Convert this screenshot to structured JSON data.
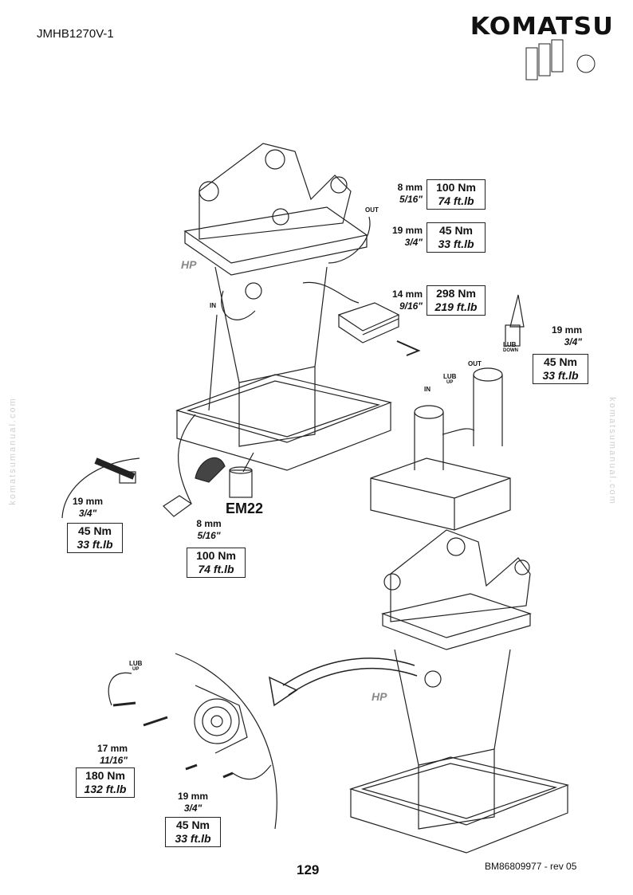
{
  "header": {
    "doc_code": "JMHB1270V-1",
    "brand": "KOMATSU"
  },
  "watermark": "komatsumanual.com",
  "footer": {
    "page_number": "129",
    "reference": "BM86809977 - rev 05"
  },
  "callouts": [
    {
      "mm": "8 mm",
      "inch": "5/16\"",
      "nm": "100 Nm",
      "ftlb": "74 ft.lb"
    },
    {
      "mm": "19 mm",
      "inch": "3/4\"",
      "nm": "45 Nm",
      "ftlb": "33 ft.lb"
    },
    {
      "mm": "14 mm",
      "inch": "9/16\"",
      "nm": "298 Nm",
      "ftlb": "219 ft.lb"
    },
    {
      "mm": "19 mm",
      "inch": "3/4\"",
      "nm": "45 Nm",
      "ftlb": "33 ft.lb"
    },
    {
      "mm": "19 mm",
      "inch": "3/4\"",
      "nm": "45 Nm",
      "ftlb": "33 ft.lb"
    },
    {
      "mm": "8 mm",
      "inch": "5/16\"",
      "nm": "100 Nm",
      "ftlb": "74 ft.lb"
    },
    {
      "mm": "17 mm",
      "inch": "11/16\"",
      "nm": "180 Nm",
      "ftlb": "132 ft.lb"
    },
    {
      "mm": "19 mm",
      "inch": "3/4\"",
      "nm": "45 Nm",
      "ftlb": "33 ft.lb"
    }
  ],
  "labels": {
    "out": "OUT",
    "in": "IN",
    "hp": "HP",
    "lub": "LUB",
    "up": "UP",
    "down": "DOWN",
    "em22": "EM22"
  }
}
